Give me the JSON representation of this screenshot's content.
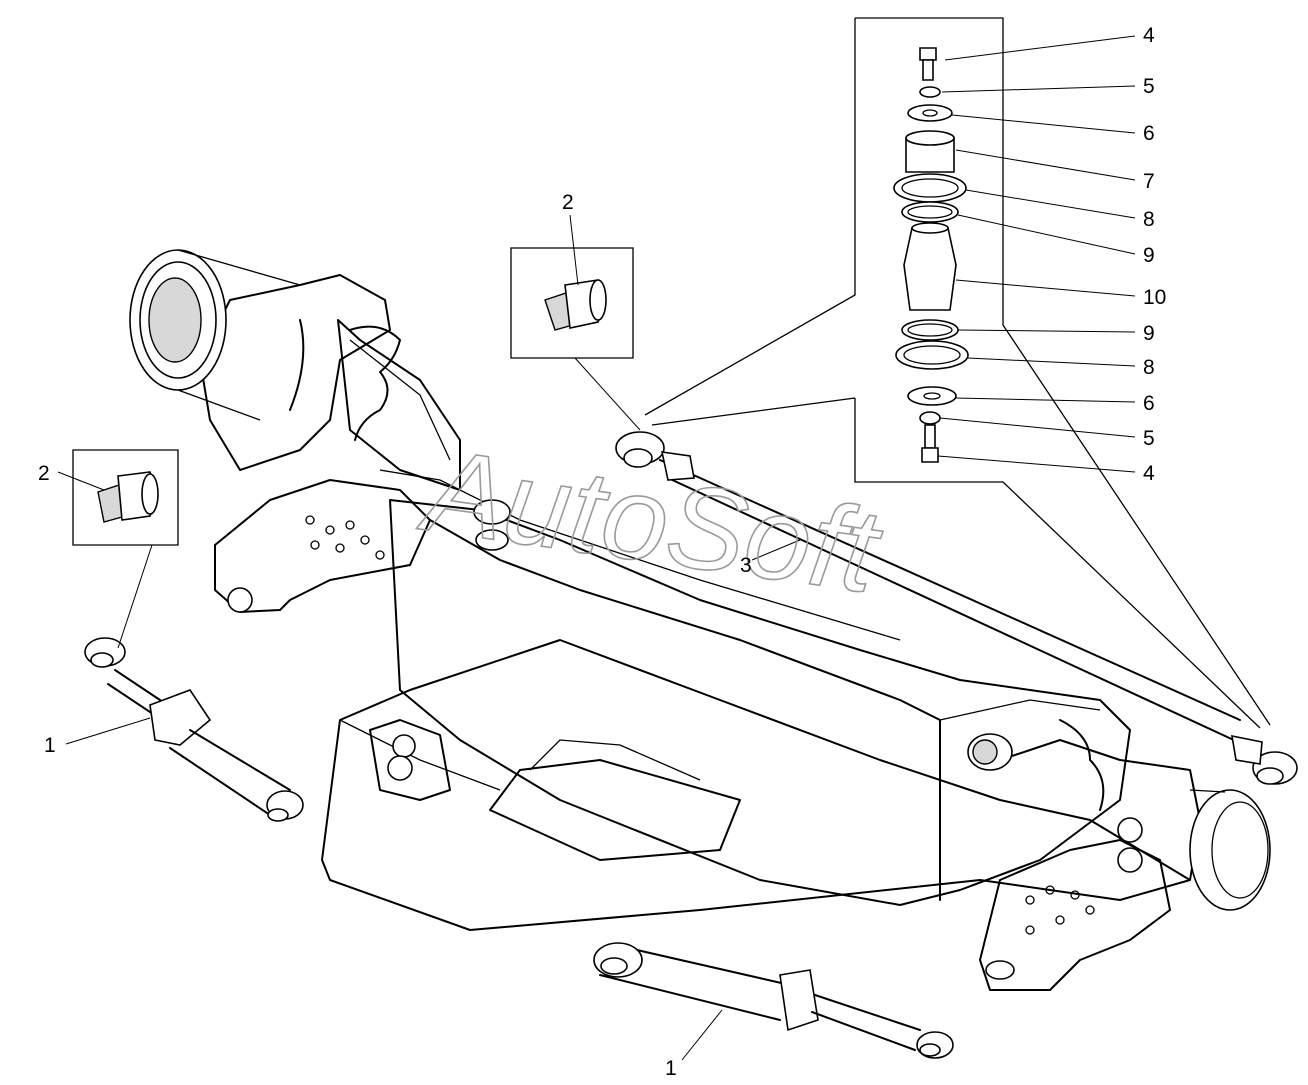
{
  "watermark": "AutoSoft",
  "callouts": [
    {
      "id": "c1a",
      "text": "1"
    },
    {
      "id": "c1b",
      "text": "1"
    },
    {
      "id": "c2a",
      "text": "2"
    },
    {
      "id": "c2b",
      "text": "2"
    },
    {
      "id": "c3",
      "text": "3"
    },
    {
      "id": "c4a",
      "text": "4"
    },
    {
      "id": "c5a",
      "text": "5"
    },
    {
      "id": "c6a",
      "text": "6"
    },
    {
      "id": "c7",
      "text": "7"
    },
    {
      "id": "c8a",
      "text": "8"
    },
    {
      "id": "c9a",
      "text": "9"
    },
    {
      "id": "c10",
      "text": "10"
    },
    {
      "id": "c9b",
      "text": "9"
    },
    {
      "id": "c8b",
      "text": "8"
    },
    {
      "id": "c6b",
      "text": "6"
    },
    {
      "id": "c5b",
      "text": "5"
    },
    {
      "id": "c4b",
      "text": "4"
    }
  ]
}
